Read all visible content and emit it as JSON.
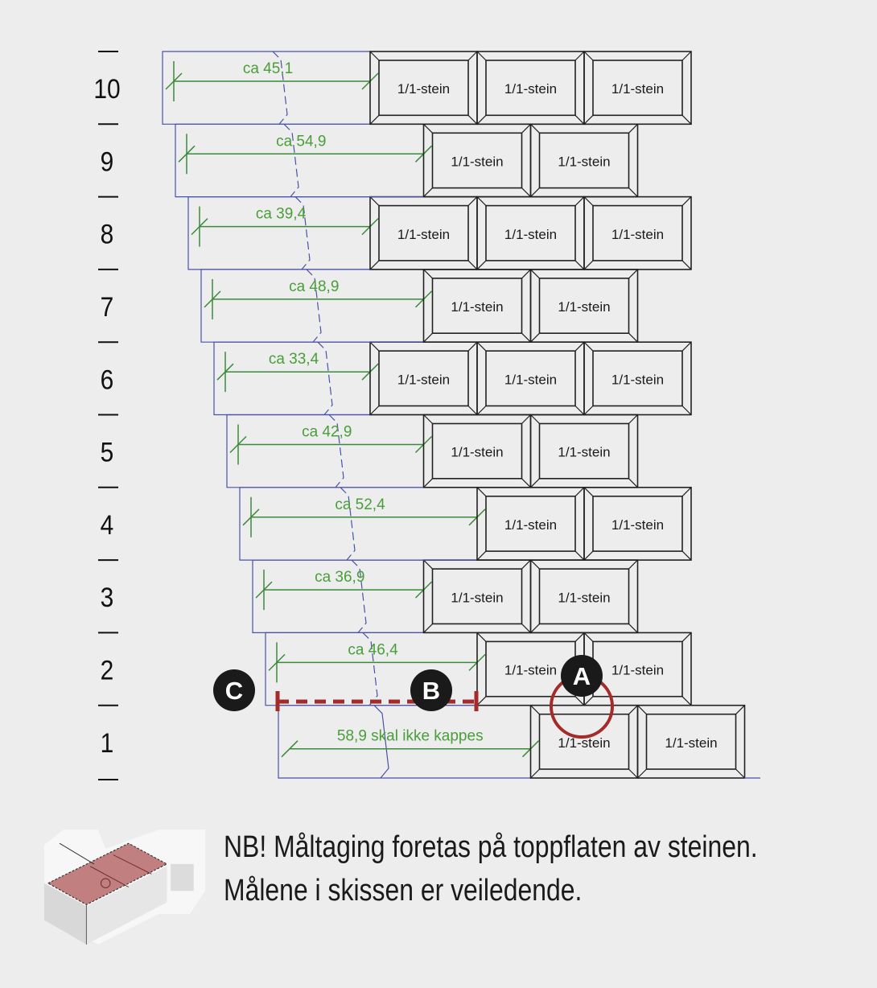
{
  "rows": [
    {
      "number": "1",
      "label": "58,9 skal ikke kappes",
      "stones": 2,
      "offset": 3
    },
    {
      "number": "2",
      "label": "ca 46,4",
      "stones": 2,
      "offset": 2
    },
    {
      "number": "3",
      "label": "ca 36,9",
      "stones": 2,
      "offset": 1
    },
    {
      "number": "4",
      "label": "ca 52,4",
      "stones": 2,
      "offset": 2
    },
    {
      "number": "5",
      "label": "ca 42,9",
      "stones": 2,
      "offset": 1
    },
    {
      "number": "6",
      "label": "ca 33,4",
      "stones": 3,
      "offset": 0
    },
    {
      "number": "7",
      "label": "ca 48,9",
      "stones": 2,
      "offset": 1
    },
    {
      "number": "8",
      "label": "ca 39,4",
      "stones": 3,
      "offset": 0
    },
    {
      "number": "9",
      "label": "ca 54,9",
      "stones": 2,
      "offset": 1
    },
    {
      "number": "10",
      "label": "ca 45,1",
      "stones": 3,
      "offset": 0
    }
  ],
  "stone_label": "1/1-stein",
  "markers": {
    "a": "A",
    "b": "B",
    "c": "C"
  },
  "note": {
    "line1": "NB! Måltaging foretas på toppflaten av steinen.",
    "line2": "Målene i skissen er veiledende."
  },
  "colors": {
    "measure": "#3a8a3a",
    "measure_text": "#4a9e3a",
    "outline": "#4a52a8",
    "stone": "#222222",
    "highlight": "#a52a2a",
    "marker": "#1a1a1a"
  }
}
